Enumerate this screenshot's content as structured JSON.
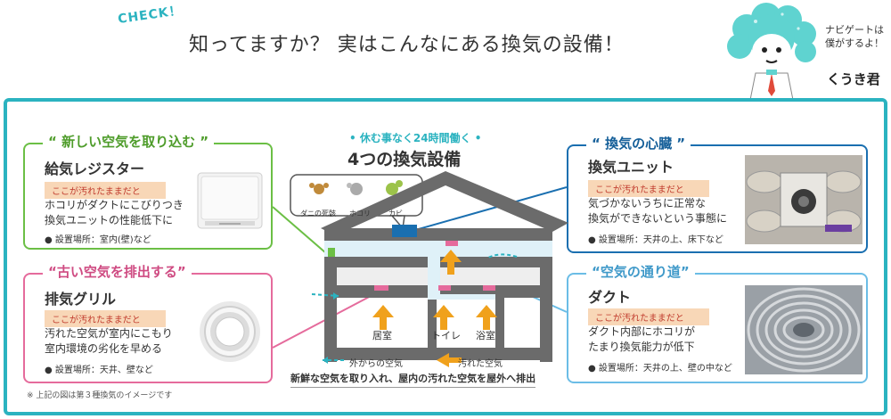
{
  "header": {
    "check": "CHECK！",
    "title": "知ってますか？ 実はこんなにある換気の設備！"
  },
  "mascot": {
    "navi_line1": "ナビゲートは",
    "navi_line2": "僕がするよ！",
    "name": "くうき君"
  },
  "center": {
    "subtitle": "• 休む事なく24時間働く •",
    "title": "4つの換気設備",
    "bubble_items": [
      "ダニの死骸",
      "ホコリ",
      "カビ"
    ],
    "rooms": [
      "居室",
      "トイレ",
      "浴室"
    ],
    "legend_outside": "外からの空気",
    "legend_dirty": "汚れた空気",
    "caption": "新鮮な空気を取り入れ、屋内の汚れた空気を屋外へ排出"
  },
  "cards": {
    "supply": {
      "catch": "“ 新しい空気を取り込む ”",
      "name": "給気レジスター",
      "tag": "ここが汚れたままだと",
      "desc1": "ホコリがダクトにこびりつき",
      "desc2": "換気ユニットの性能低下に",
      "loc": "● 設置場所：室内(壁)など"
    },
    "exhaust": {
      "catch": "“古い空気を排出する”",
      "name": "排気グリル",
      "tag": "ここが汚れたままだと",
      "desc1": "汚れた空気が室内にこもり",
      "desc2": "室内環境の劣化を早める",
      "loc": "● 設置場所：天井、壁など"
    },
    "unit": {
      "catch": "“ 換気の心臓 ”",
      "name": "換気ユニット",
      "tag": "ここが汚れたままだと",
      "desc1": "気づかないうちに正常な",
      "desc2": "換気ができないという事態に",
      "loc": "● 設置場所：天井の上、床下など"
    },
    "duct": {
      "catch": "“空気の通り道”",
      "name": "ダクト",
      "tag": "ここが汚れたままだと",
      "desc1": "ダクト内部にホコリが",
      "desc2": "たまり換気能力が低下",
      "loc": "● 設置場所：天井の上、壁の中など"
    }
  },
  "footnote": "※ 上記の図は第３種換気のイメージです",
  "colors": {
    "teal": "#2bb3c0",
    "green": "#6bbf45",
    "pink": "#e56b9c",
    "navy": "#1a6fb0",
    "sky": "#6bbde6",
    "arrow_orange": "#f0a11c"
  }
}
